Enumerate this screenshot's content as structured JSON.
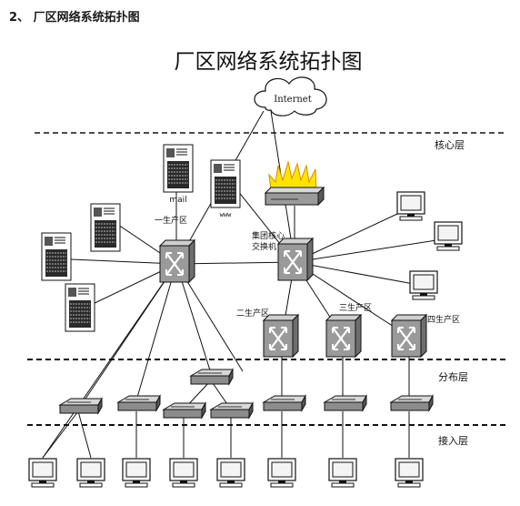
{
  "heading": "2、 厂区网络系统拓扑图",
  "diagram": {
    "title": "厂区网络系统拓扑图",
    "cloud_label": "Internet",
    "layers": {
      "core": "核心层",
      "distribution": "分布层",
      "access": "接入层"
    },
    "server_labels": {
      "mail": "mail",
      "www": "www"
    },
    "switch_labels": {
      "zone1": "一生产区",
      "core_line1": "集团核心",
      "core_line2": "交换机",
      "zone2": "二生产区",
      "zone3": "三生产区",
      "zone4": "四生产区"
    }
  }
}
